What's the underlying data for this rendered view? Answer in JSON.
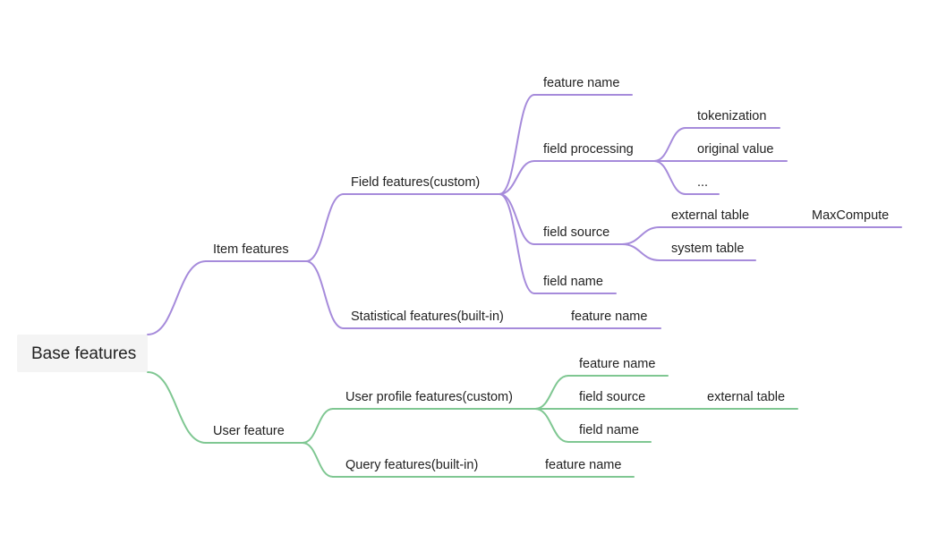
{
  "root": {
    "label": "Base features",
    "children": [
      {
        "label": "Item features",
        "branch": "purple",
        "children": [
          {
            "label": "Field features(custom)",
            "children": [
              {
                "label": "feature name"
              },
              {
                "label": "field processing",
                "children": [
                  {
                    "label": "tokenization"
                  },
                  {
                    "label": "original value"
                  },
                  {
                    "label": "..."
                  }
                ]
              },
              {
                "label": "field source",
                "children": [
                  {
                    "label": "external table",
                    "children": [
                      {
                        "label": "MaxCompute"
                      }
                    ]
                  },
                  {
                    "label": "system table"
                  }
                ]
              },
              {
                "label": "field name"
              }
            ]
          },
          {
            "label": "Statistical features(built-in)",
            "children": [
              {
                "label": "feature name"
              }
            ]
          }
        ]
      },
      {
        "label": "User feature",
        "branch": "green",
        "children": [
          {
            "label": "User profile features(custom)",
            "children": [
              {
                "label": "feature name"
              },
              {
                "label": "field source",
                "children": [
                  {
                    "label": "external table"
                  }
                ]
              },
              {
                "label": "field name"
              }
            ]
          },
          {
            "label": "Query features(built-in)",
            "children": [
              {
                "label": "feature name"
              }
            ]
          }
        ]
      }
    ]
  },
  "colors": {
    "purple": "#a68bdb",
    "green": "#7fc792",
    "root_bg": "#f4f4f4",
    "text": "#222222"
  }
}
